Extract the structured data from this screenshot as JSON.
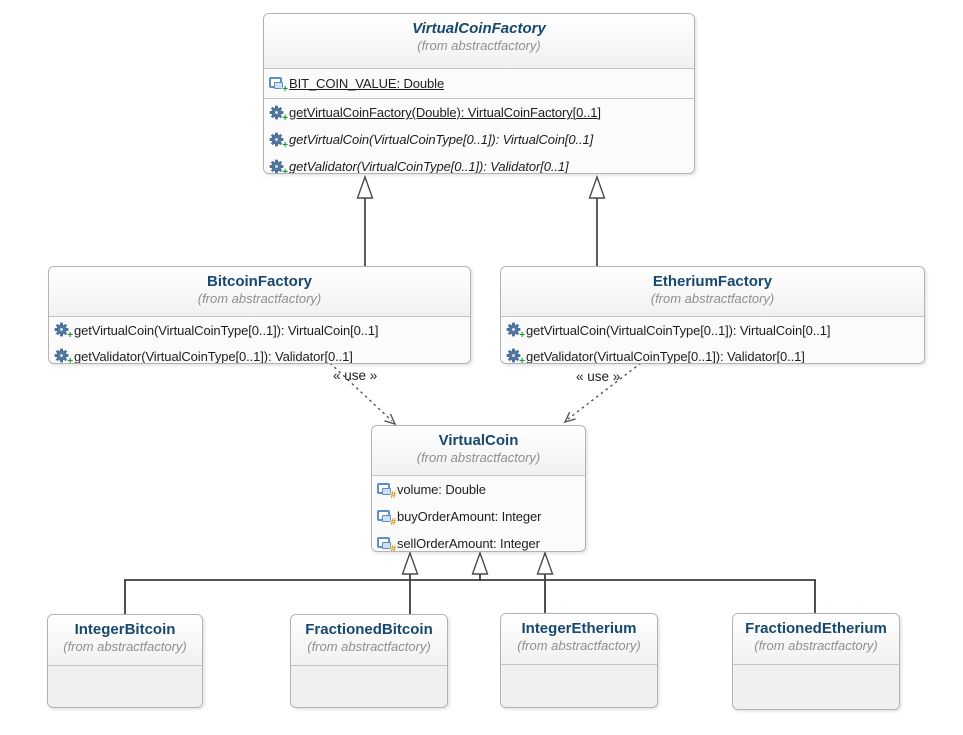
{
  "labels": {
    "use_left": "« use »",
    "use_right": "« use »"
  },
  "classes": {
    "virtual_coin_factory": {
      "name": "VirtualCoinFactory",
      "package": "(from abstractfactory)",
      "attributes": [
        {
          "text": "BIT_COIN_VALUE: Double",
          "badge": "+"
        }
      ],
      "operations": [
        {
          "text": "getVirtualCoinFactory(Double): VirtualCoinFactory[0..1]",
          "badge": "+"
        },
        {
          "text": "getVirtualCoin(VirtualCoinType[0..1]): VirtualCoin[0..1]",
          "badge": "+"
        },
        {
          "text": "getValidator(VirtualCoinType[0..1]): Validator[0..1]",
          "badge": "+"
        }
      ]
    },
    "bitcoin_factory": {
      "name": "BitcoinFactory",
      "package": "(from abstractfactory)",
      "operations": [
        {
          "text": "getVirtualCoin(VirtualCoinType[0..1]): VirtualCoin[0..1]",
          "badge": "+"
        },
        {
          "text": "getValidator(VirtualCoinType[0..1]): Validator[0..1]",
          "badge": "+"
        }
      ]
    },
    "etherium_factory": {
      "name": "EtheriumFactory",
      "package": "(from abstractfactory)",
      "operations": [
        {
          "text": "getVirtualCoin(VirtualCoinType[0..1]): VirtualCoin[0..1]",
          "badge": "+"
        },
        {
          "text": "getValidator(VirtualCoinType[0..1]): Validator[0..1]",
          "badge": "+"
        }
      ]
    },
    "virtual_coin": {
      "name": "VirtualCoin",
      "package": "(from abstractfactory)",
      "attributes": [
        {
          "text": "volume: Double",
          "badge": "#"
        },
        {
          "text": "buyOrderAmount: Integer",
          "badge": "#"
        },
        {
          "text": "sellOrderAmount: Integer",
          "badge": "#"
        }
      ]
    },
    "integer_bitcoin": {
      "name": "IntegerBitcoin",
      "package": "(from abstractfactory)"
    },
    "fractioned_bitcoin": {
      "name": "FractionedBitcoin",
      "package": "(from abstractfactory)"
    },
    "integer_etherium": {
      "name": "IntegerEtherium",
      "package": "(from abstractfactory)"
    },
    "fractioned_etherium": {
      "name": "FractionedEtherium",
      "package": "(from abstractfactory)"
    }
  },
  "colors": {
    "class_name_text": "#17486e",
    "package_text": "#8f8f8f",
    "member_text": "#1e1e1e",
    "visibility_public_badge": "#169c35",
    "visibility_hash_badge": "#d18f00",
    "icon_blue": "#5079a4",
    "connector_line": "#3d3d3d",
    "box_border": "#b3b3b3"
  }
}
